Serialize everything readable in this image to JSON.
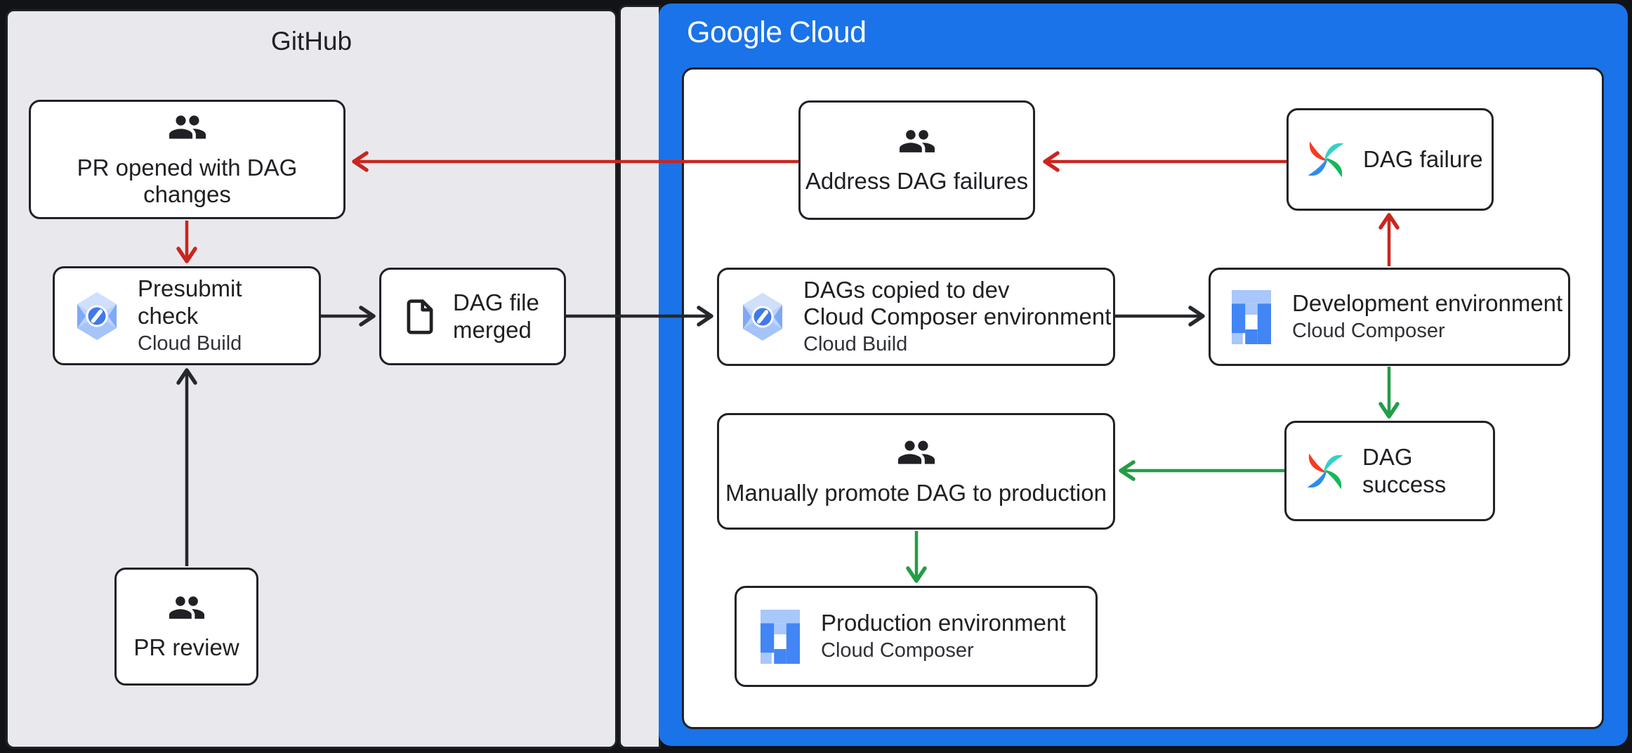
{
  "colors": {
    "google_cloud_panel_blue": "#1a73e8",
    "github_panel_gray": "#e9e9ed",
    "node_border": "#202227",
    "arrow_red": "#c9261f",
    "arrow_green": "#239d47",
    "arrow_black": "#26282c",
    "gcp_icon_blue_dark": "#4285f4",
    "gcp_icon_blue_light": "#a8c7fa",
    "airflow_red": "#f63c23",
    "airflow_teal": "#33d1c6",
    "airflow_blue": "#2e8cf0",
    "airflow_green": "#15b85a"
  },
  "panels": {
    "github": {
      "title": "GitHub"
    },
    "google_cloud": {
      "logo_google": "Google",
      "logo_cloud": "Cloud"
    }
  },
  "nodes": {
    "pr_opened": {
      "label": "PR opened with DAG changes",
      "icon": "people-icon"
    },
    "presubmit": {
      "label": "Presubmit check",
      "sublabel": "Cloud Build",
      "icon": "cloud-build-icon"
    },
    "dag_file_merged": {
      "label": "DAG file merged",
      "icon": "file-icon"
    },
    "pr_review": {
      "label": "PR review",
      "icon": "people-icon"
    },
    "address_dag_failures": {
      "label": "Address DAG failures",
      "icon": "people-icon"
    },
    "dag_failure": {
      "label": "DAG failure",
      "icon": "airflow-icon"
    },
    "dags_copied": {
      "label_line1": "DAGs copied to dev",
      "label_line2": "Cloud Composer environment",
      "sublabel": "Cloud Build",
      "icon": "cloud-build-icon"
    },
    "development_environment": {
      "label": "Development environment",
      "sublabel": "Cloud Composer",
      "icon": "cloud-composer-icon"
    },
    "manually_promote": {
      "label": "Manually promote DAG to production",
      "icon": "people-icon"
    },
    "dag_success": {
      "label": "DAG success",
      "icon": "airflow-icon"
    },
    "production_environment": {
      "label": "Production environment",
      "sublabel": "Cloud Composer",
      "icon": "cloud-composer-icon"
    }
  },
  "arrows": [
    {
      "from": "dag_failure",
      "to": "address_dag_failures",
      "color": "red"
    },
    {
      "from": "address_dag_failures",
      "to": "pr_opened",
      "color": "red"
    },
    {
      "from": "pr_opened",
      "to": "presubmit",
      "color": "red"
    },
    {
      "from": "presubmit",
      "to": "dag_file_merged",
      "color": "black"
    },
    {
      "from": "dag_file_merged",
      "to": "dags_copied",
      "color": "black"
    },
    {
      "from": "dags_copied",
      "to": "development_environment",
      "color": "black"
    },
    {
      "from": "pr_review",
      "to": "presubmit",
      "color": "black"
    },
    {
      "from": "development_environment",
      "to": "dag_failure",
      "color": "red"
    },
    {
      "from": "development_environment",
      "to": "dag_success",
      "color": "green"
    },
    {
      "from": "dag_success",
      "to": "manually_promote",
      "color": "green"
    },
    {
      "from": "manually_promote",
      "to": "production_environment",
      "color": "green"
    }
  ]
}
